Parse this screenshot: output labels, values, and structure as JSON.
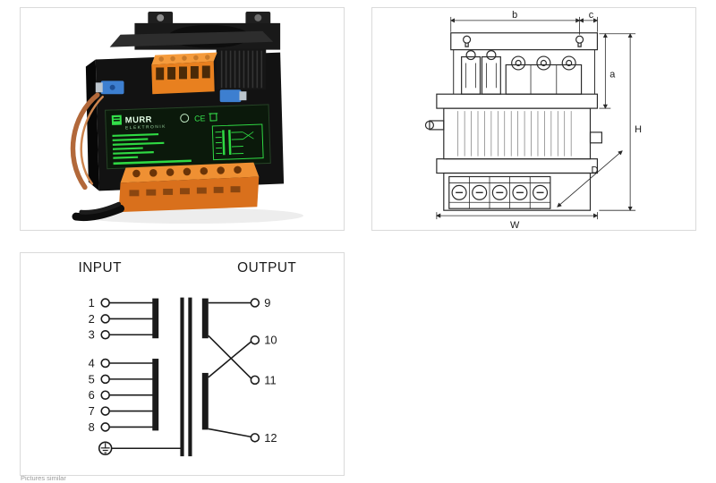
{
  "page": {
    "background": "#ffffff",
    "panel_border": "#dadada",
    "caption": "Pictures similar"
  },
  "product_photo": {
    "brand": "MURR",
    "brand_suffix": "ELEKTRONIK",
    "ce_mark": "CE",
    "colors": {
      "body_black": "#121212",
      "terminal_orange": "#e8801f",
      "label_background": "#0b190b",
      "label_green": "#2fd943",
      "clip_blue": "#3d7fd0",
      "wire_copper": "#b2683a"
    }
  },
  "dimension_drawing": {
    "labels": {
      "b": "b",
      "c": "c",
      "a": "a",
      "H": "H",
      "D": "D",
      "W": "W"
    }
  },
  "wiring_diagram": {
    "input_label": "INPUT",
    "output_label": "OUTPUT",
    "input_terminals": [
      "1",
      "2",
      "3",
      "4",
      "5",
      "6",
      "7",
      "8"
    ],
    "output_terminals": [
      "9",
      "10",
      "11",
      "12"
    ]
  }
}
